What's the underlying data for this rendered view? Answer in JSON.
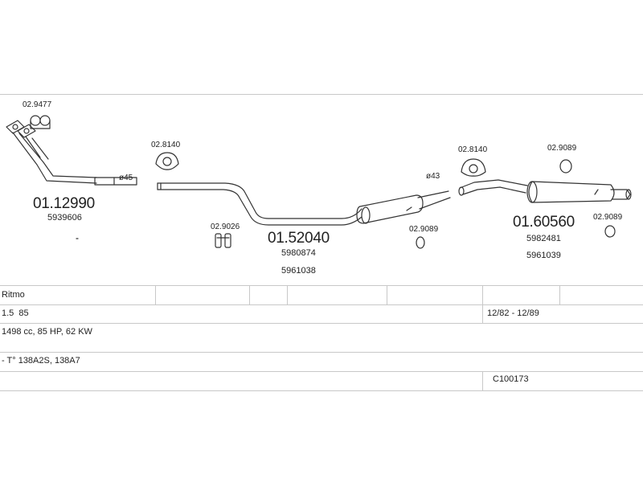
{
  "parts": {
    "clamp_front": "02.9477",
    "front_pipe_no": "01.12990",
    "front_pipe_oe": "5939606",
    "diam_front": "ø45",
    "gasket_1": "02.8140",
    "hanger_1": "02.9026",
    "middle_no": "01.52040",
    "middle_oe_1": "5980874",
    "middle_oe_2": "5961038",
    "diam_mid": "ø43",
    "ring_1": "02.9089",
    "gasket_2": "02.8140",
    "ring_2": "02.9089",
    "rear_no": "01.60560",
    "rear_oe_1": "5982481",
    "rear_oe_2": "5961039",
    "ring_3": "02.9089"
  },
  "table": {
    "model": "Ritmo",
    "engine": "1.5  85",
    "years": "12/82 - 12/89",
    "specs": "1498 cc, 85 HP, 62 KW",
    "engine_codes": "- T° 138A2S, 138A7",
    "catalog_no": "C100173"
  }
}
